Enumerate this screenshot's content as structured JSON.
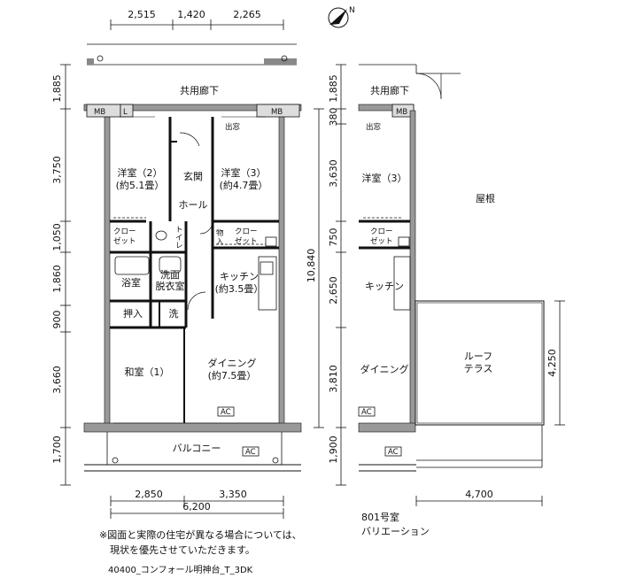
{
  "dimensions": {
    "top": [
      "2,515",
      "1,420",
      "2,265"
    ],
    "left": [
      "1,885",
      "3,750",
      "1,050",
      "1,860",
      "900",
      "3,660",
      "1,700"
    ],
    "mid_left": [
      "1,885",
      "380",
      "3,630",
      "750",
      "2,650",
      "3,810",
      "1,900"
    ],
    "mid_total": "10,840",
    "bottom": [
      "2,850",
      "3,350"
    ],
    "bottom_total": "6,200",
    "terrace_height": "4,250",
    "terrace_width": "4,700"
  },
  "plan": {
    "corridor": "共用廊下",
    "mb_1": "MB",
    "mb_2": "MB",
    "box_1": "L",
    "western_2_name": "洋室（2）",
    "western_2_size": "(約5.1畳）",
    "entrance": "玄関",
    "hall": "ホール",
    "western_3_name": "洋室（3）",
    "western_3_size": "(約4.7畳）",
    "bay_window": "出窓",
    "closet_1a": "クロー",
    "closet_1b": "ゼット",
    "toilet_a": "ト",
    "toilet_b": "イ",
    "toilet_c": "レ",
    "storage_a": "物",
    "storage_b": "入",
    "closet_2a": "クロー",
    "closet_2b": "ゼット",
    "bathroom": "浴室",
    "washroom_a": "洗面",
    "washroom_b": "脱衣室",
    "kitchen_name": "キッチン",
    "kitchen_size": "(約3.5畳）",
    "oshiire": "押入",
    "washer": "洗",
    "washitsu": "和室（1）",
    "dining_name": "ダイニング",
    "dining_size": "(約7.5畳）",
    "ac_1": "AC",
    "ac_2": "AC",
    "balcony": "バルコニー"
  },
  "variation": {
    "corridor": "共用廊下",
    "mb": "MB",
    "bay_window": "出窓",
    "western_3": "洋室（3）",
    "roof": "屋根",
    "closet_a": "クロー",
    "closet_b": "ゼット",
    "kitchen": "キッチン",
    "dining": "ダイニング",
    "terrace_a": "ルーフ",
    "terrace_b": "テラス",
    "ac_1": "AC",
    "ac_2": "AC",
    "room_number": "801号室",
    "variation_label": "バリエーション"
  },
  "north_mark": "N",
  "notes": {
    "line1": "※図面と実際の住宅が異なる場合については、",
    "line2": "現状を優先させていただきます。"
  },
  "footer_code": "40400_コンフォール明神台_T_3DK"
}
